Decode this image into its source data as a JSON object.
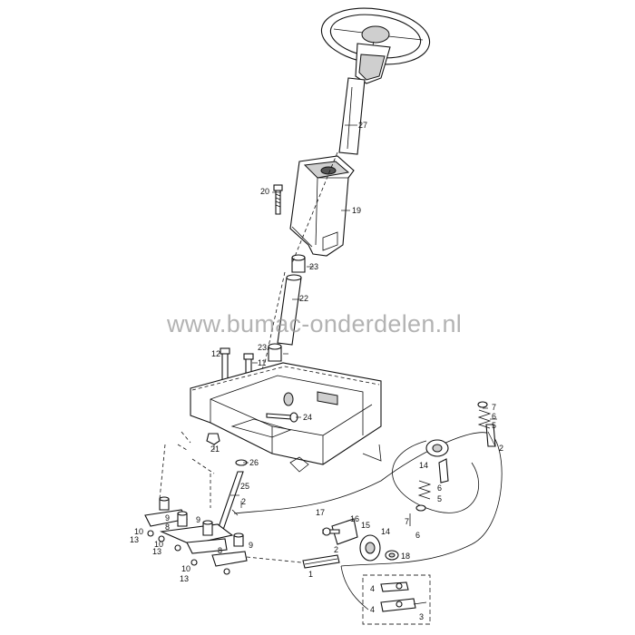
{
  "watermark": "www.bumac-onderdelen.nl",
  "callouts": {
    "c27": "27",
    "c19": "19",
    "c20": "20",
    "c23a": "23",
    "c22": "22",
    "c23b": "23",
    "c12": "12",
    "c11": "11",
    "c24": "24",
    "c21": "21",
    "c26": "26",
    "c25": "25",
    "c2a": "2",
    "c9a": "9",
    "c8a": "8",
    "c10a": "10",
    "c13a": "13",
    "c9b": "9",
    "c10b": "10",
    "c13b": "13",
    "c10c": "10",
    "c13c": "13",
    "c9c": "9",
    "c8b": "8",
    "c7a": "7",
    "c6a": "6",
    "c5a": "5",
    "c2b": "2",
    "c14a": "14",
    "c6b": "6",
    "c5b": "5",
    "c7b": "7",
    "c6c": "6",
    "c17": "17",
    "c16": "16",
    "c15": "15",
    "c14b": "14",
    "c18": "18",
    "c2c": "2",
    "c1": "1",
    "c4a": "4",
    "c4b": "4",
    "c3": "3"
  }
}
